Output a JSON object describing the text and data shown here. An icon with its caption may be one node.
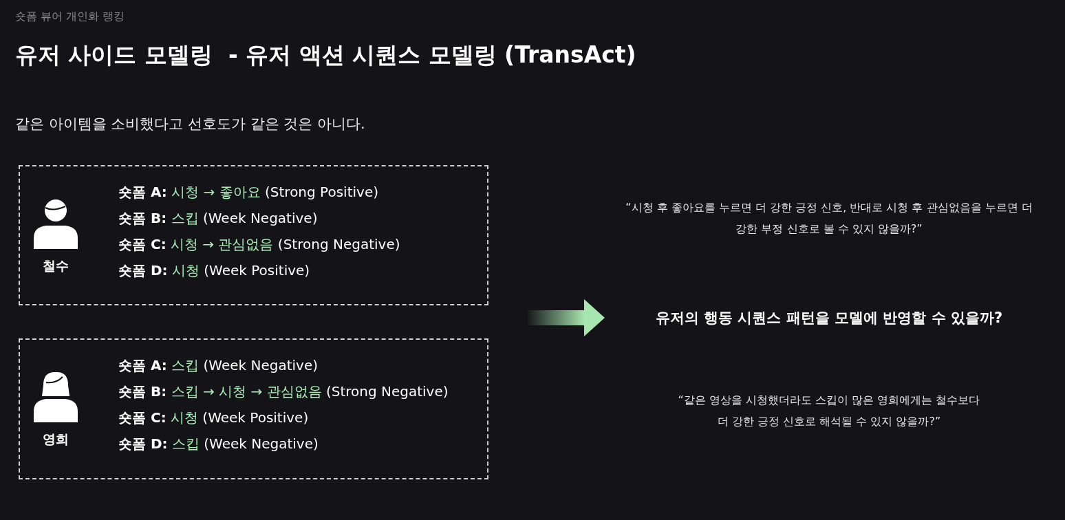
{
  "diagram": {
    "title": "유저 사이드 모델링  - 유저 액션 시퀀스 모델링 (TransAct)",
    "nodes": [
      {
        "text": [
          "철수",
          "숏폼 A: 시청 → 좋아요 (Strong Positive)",
          "숏폼 B: 스킵 (Week Negative)",
          "숏폼 C: 시청 → 관심없음 (Strong Negative)",
          "숏폼 D: 시청 (Week Positive)"
        ]
      },
      {
        "text": [
          "영희",
          "숏폼 A: 스킵 (Week Negative)",
          "숏폼 B: 스킵 → 시청 → 관심없음 (Strong Negative)",
          "숏폼 C: 시청 (Week Positive)",
          "숏폼 D: 스킵 (Week Negative)"
        ]
      },
      {
        "text": [
          "유저의 행동 시퀀스 패턴을 모델에 반영할 수 있을까?"
        ]
      }
    ],
    "edges": [
      {
        "from": null,
        "to": 2,
        "arrow": "to"
      }
    ],
    "labels": [
      "숏폼 뷰어 개인화 랭킹",
      "같은 아이템을 소비했다고 선호도가 같은 것은 아니다.",
      "“시청 후 좋아요를 누르면 더 강한 긍정 신호, 반대로 시청 후 관심없음을 누르면 더 강한 부정 신호로 볼 수 있지 않을까?”",
      "“같은 영상을 시청했더라도 스킵이 많은 영희에게는 철수보다 더 강한 긍정 신호로 해석될 수 있지 않을까?”"
    ]
  }
}
